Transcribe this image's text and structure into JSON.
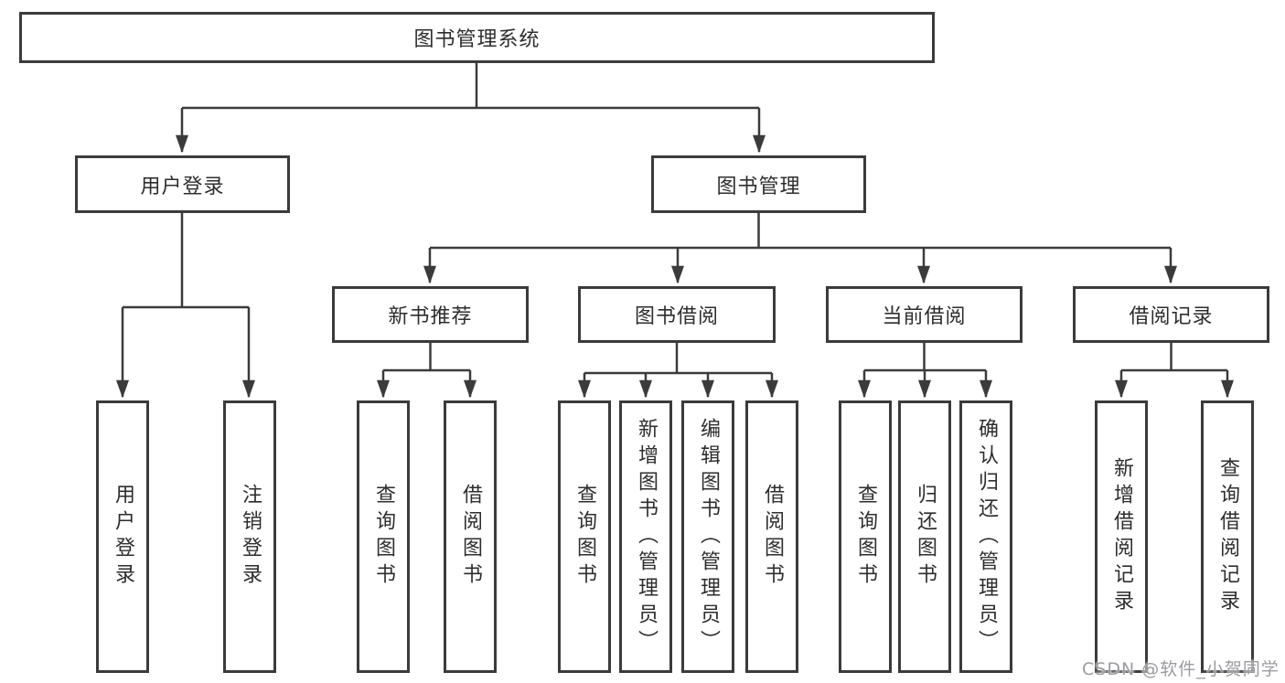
{
  "diagram": {
    "root_label": "图书管理系统",
    "level2": {
      "user_login": "用户登录",
      "book_mgmt": "图书管理"
    },
    "level3": {
      "new_books": "新书推荐",
      "book_borrow": "图书借阅",
      "current_borrow": "当前借阅",
      "borrow_records": "借阅记录"
    },
    "leaves": {
      "user_login_children": [
        "用户登录",
        "注销登录"
      ],
      "new_books_children": [
        "查询图书",
        "借阅图书"
      ],
      "book_borrow_children": [
        "查询图书",
        "新增图书（管理员）",
        "编辑图书（管理员）",
        "借阅图书"
      ],
      "current_borrow_children": [
        "查询图书",
        "归还图书",
        "确认归还（管理员）"
      ],
      "borrow_records_children": [
        "新增借阅记录",
        "查询借阅记录"
      ]
    }
  },
  "watermark": "CSDN @软件_小贺同学",
  "colors": {
    "line": "#3b3b3b",
    "text": "#2d2d2d",
    "watermark": "#9b9ba1",
    "background": "#ffffff"
  }
}
